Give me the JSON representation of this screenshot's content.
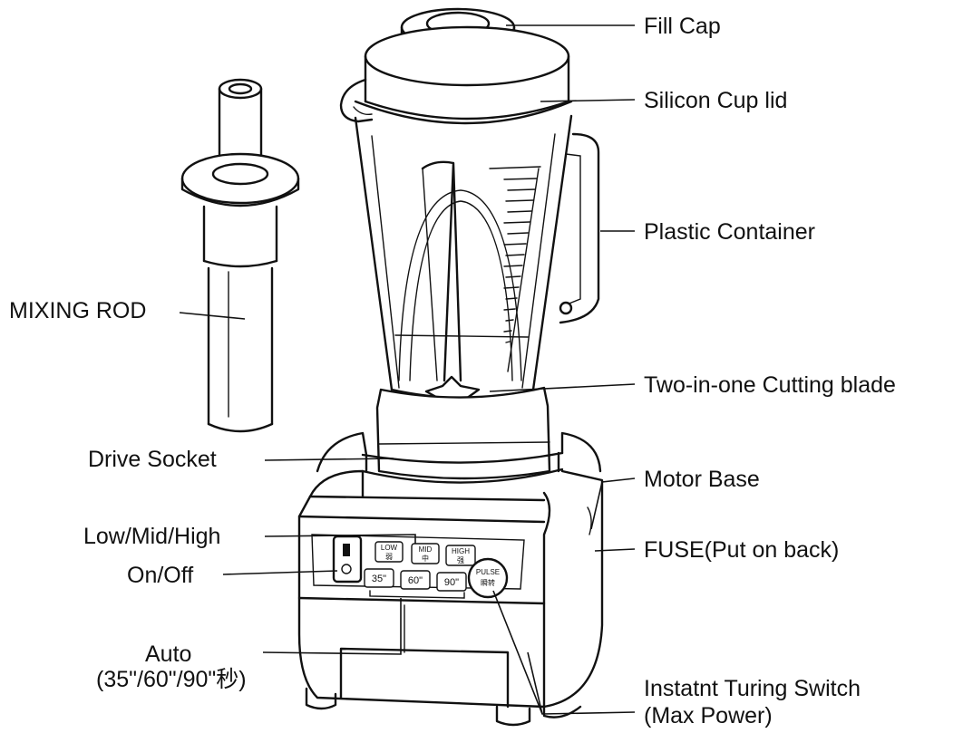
{
  "labels": {
    "fill_cap": "Fill Cap",
    "silicon_cup_lid": "Silicon Cup lid",
    "plastic_container": "Plastic Container",
    "mixing_rod": "MIXING ROD",
    "cutting_blade": "Two-in-one Cutting blade",
    "drive_socket": "Drive  Socket",
    "motor_base": "Motor Base",
    "speed": "Low/Mid/High",
    "fuse": "FUSE(Put on back)",
    "on_off": "On/Off",
    "auto_line1": "Auto",
    "auto_line2": "(35\"/60\"/90\"秒)",
    "pulse_line1": "Instatnt Turing Switch",
    "pulse_line2": "(Max Power)"
  },
  "panel": {
    "low": "LOW",
    "low_cn": "弱",
    "mid": "MID",
    "mid_cn": "中",
    "high": "HIGH",
    "high_cn": "强",
    "t35": "35\"",
    "t60": "60\"",
    "t90": "90\"",
    "pulse": "PULSE",
    "pulse_cn": "瞬转"
  }
}
